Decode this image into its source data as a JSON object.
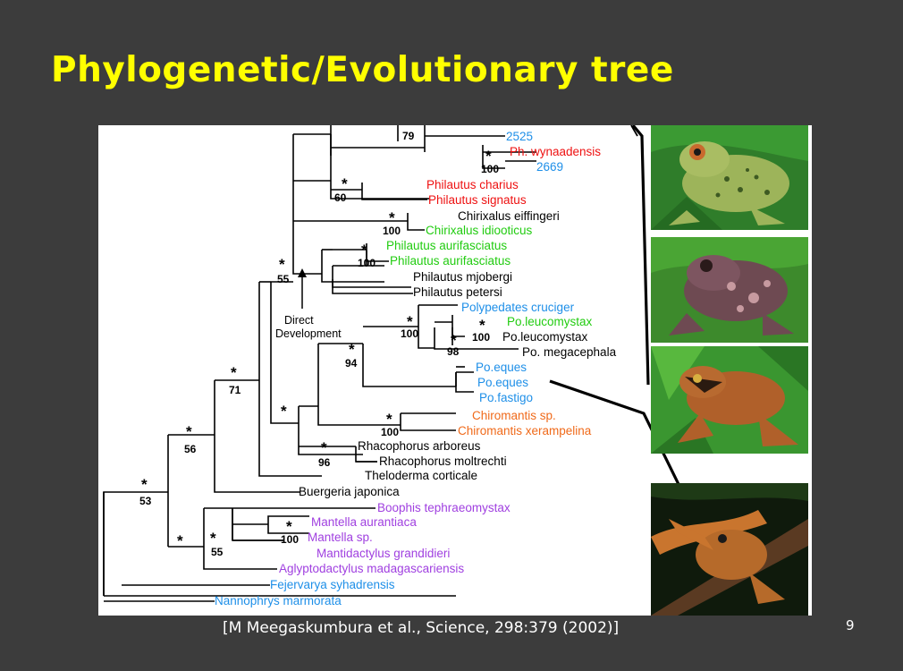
{
  "title": "Phylogenetic/Evolutionary tree",
  "caption": "[M Meegaskumbura et al., Science, 298:379 (2002)]",
  "page_number": "9",
  "colors": {
    "title": "#ffff00",
    "red": "#ee1111",
    "blue": "#1e8fe8",
    "green": "#22cc11",
    "orange": "#f06a1a",
    "purple": "#a040e0",
    "black": "#000000"
  },
  "tree": {
    "direct_development_label": [
      "Direct",
      "Development"
    ],
    "leaves": [
      {
        "id": "l2525",
        "text": "2525",
        "color": "blue"
      },
      {
        "id": "lwyn",
        "text": "Ph. wynaadensis",
        "color": "red"
      },
      {
        "id": "l2669",
        "text": "2669",
        "color": "blue"
      },
      {
        "id": "lcharius",
        "text": "Philautus charius",
        "color": "red"
      },
      {
        "id": "lsignatus",
        "text": "Philautus signatus",
        "color": "red"
      },
      {
        "id": "leiff",
        "text": "Chirixalus eiffingeri",
        "color": "black"
      },
      {
        "id": "lidio",
        "text": "Chirixalus idiooticus",
        "color": "green"
      },
      {
        "id": "laur1",
        "text": "Philautus aurifasciatus",
        "color": "green"
      },
      {
        "id": "laur2",
        "text": "Philautus aurifasciatus",
        "color": "green"
      },
      {
        "id": "lmjob",
        "text": "Philautus mjobergi",
        "color": "black"
      },
      {
        "id": "lpet",
        "text": "Philautus petersi",
        "color": "black"
      },
      {
        "id": "lpcru",
        "text": "Polypedates cruciger",
        "color": "blue"
      },
      {
        "id": "lpleu1",
        "text": "Po.leucomystax",
        "color": "green"
      },
      {
        "id": "lpleu2",
        "text": "Po.leucomystax",
        "color": "black"
      },
      {
        "id": "lpmeg",
        "text": "Po. megacephala",
        "color": "black"
      },
      {
        "id": "lpeq1",
        "text": "Po.eques",
        "color": "blue"
      },
      {
        "id": "lpeq2",
        "text": "Po.eques",
        "color": "blue"
      },
      {
        "id": "lpfas",
        "text": "Po.fastigo",
        "color": "blue"
      },
      {
        "id": "lchsp",
        "text": "Chiromantis sp.",
        "color": "orange"
      },
      {
        "id": "lchxer",
        "text": "Chiromantis xerampelina",
        "color": "orange"
      },
      {
        "id": "lrharb",
        "text": "Rhacophorus arboreus",
        "color": "black"
      },
      {
        "id": "lrhmol",
        "text": "Rhacophorus moltrechti",
        "color": "black"
      },
      {
        "id": "ltheo",
        "text": "Theloderma  corticale",
        "color": "black"
      },
      {
        "id": "lbuer",
        "text": "Buergeria japonica",
        "color": "black"
      },
      {
        "id": "lboo",
        "text": "Boophis tephraeomystax",
        "color": "purple"
      },
      {
        "id": "lmaur",
        "text": "Mantella aurantiaca",
        "color": "purple"
      },
      {
        "id": "lmsp",
        "text": "Mantella sp.",
        "color": "purple"
      },
      {
        "id": "lmgra",
        "text": "Mantidactylus grandidieri",
        "color": "purple"
      },
      {
        "id": "lagly",
        "text": "Aglyptodactylus madagascariensis",
        "color": "purple"
      },
      {
        "id": "lfej",
        "text": "Fejervarya syhadrensis",
        "color": "blue"
      },
      {
        "id": "lnan",
        "text": "Nannophrys marmorata",
        "color": "blue"
      }
    ],
    "support_values": [
      {
        "id": "s79",
        "text": "79"
      },
      {
        "id": "s100a",
        "text": "100"
      },
      {
        "id": "s60",
        "text": "60"
      },
      {
        "id": "s100b",
        "text": "100"
      },
      {
        "id": "s100c",
        "text": "100"
      },
      {
        "id": "s55a",
        "text": "55"
      },
      {
        "id": "s100d",
        "text": "100"
      },
      {
        "id": "s100e",
        "text": "100"
      },
      {
        "id": "s98",
        "text": "98"
      },
      {
        "id": "s94",
        "text": "94"
      },
      {
        "id": "s71",
        "text": "71"
      },
      {
        "id": "s100f",
        "text": "100"
      },
      {
        "id": "s96",
        "text": "96"
      },
      {
        "id": "s56",
        "text": "56"
      },
      {
        "id": "s53",
        "text": "53"
      },
      {
        "id": "s100g",
        "text": "100"
      },
      {
        "id": "s55b",
        "text": "55"
      }
    ]
  },
  "photos": [
    {
      "id": "photo-1",
      "subject": "green spotted frog on leaf"
    },
    {
      "id": "photo-2",
      "subject": "mottled brown frog on leaf"
    },
    {
      "id": "photo-3",
      "subject": "brown tree frog among leaves"
    },
    {
      "id": "photo-4",
      "subject": "tree frog on branch at night"
    }
  ]
}
